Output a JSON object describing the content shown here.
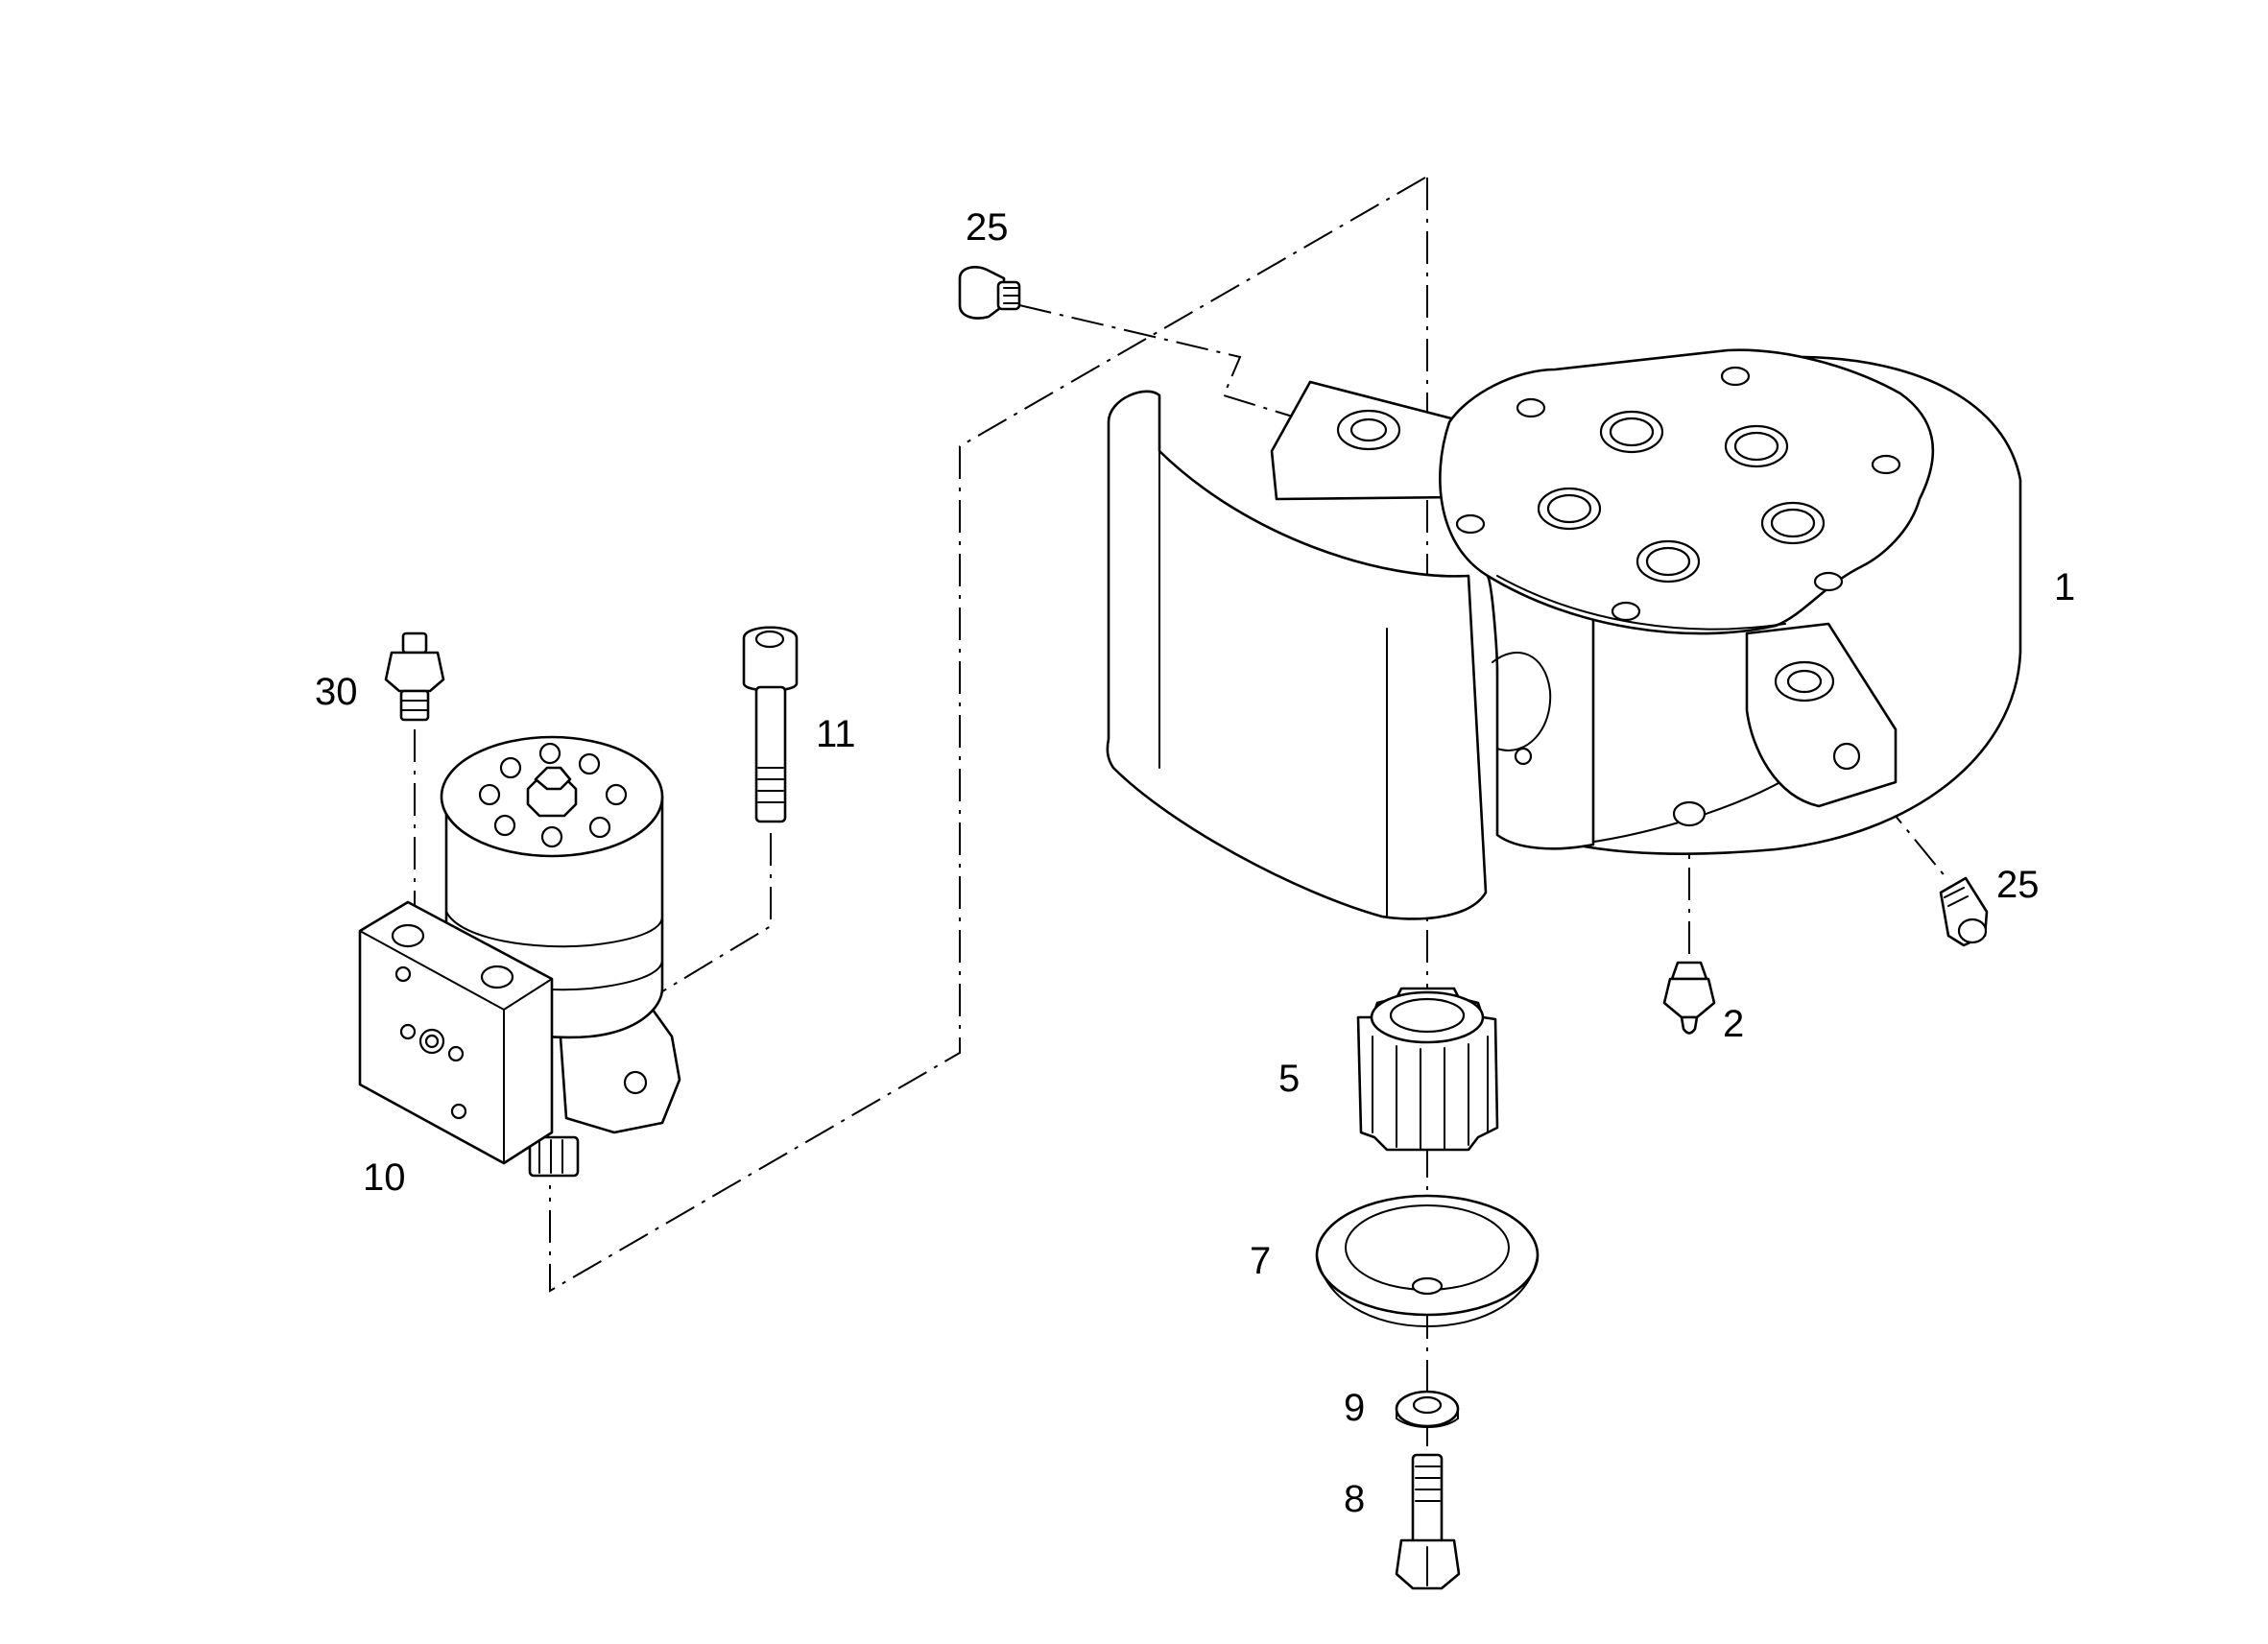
{
  "diagram": {
    "callouts": [
      {
        "id": "c25a",
        "label": "25"
      },
      {
        "id": "c1",
        "label": "1"
      },
      {
        "id": "c30",
        "label": "30"
      },
      {
        "id": "c11",
        "label": "11"
      },
      {
        "id": "c25b",
        "label": "25"
      },
      {
        "id": "c2",
        "label": "2"
      },
      {
        "id": "c5",
        "label": "5"
      },
      {
        "id": "c10",
        "label": "10"
      },
      {
        "id": "c7",
        "label": "7"
      },
      {
        "id": "c9",
        "label": "9"
      },
      {
        "id": "c8",
        "label": "8"
      }
    ]
  },
  "colors": {
    "line": "#000000",
    "background": "#ffffff"
  }
}
